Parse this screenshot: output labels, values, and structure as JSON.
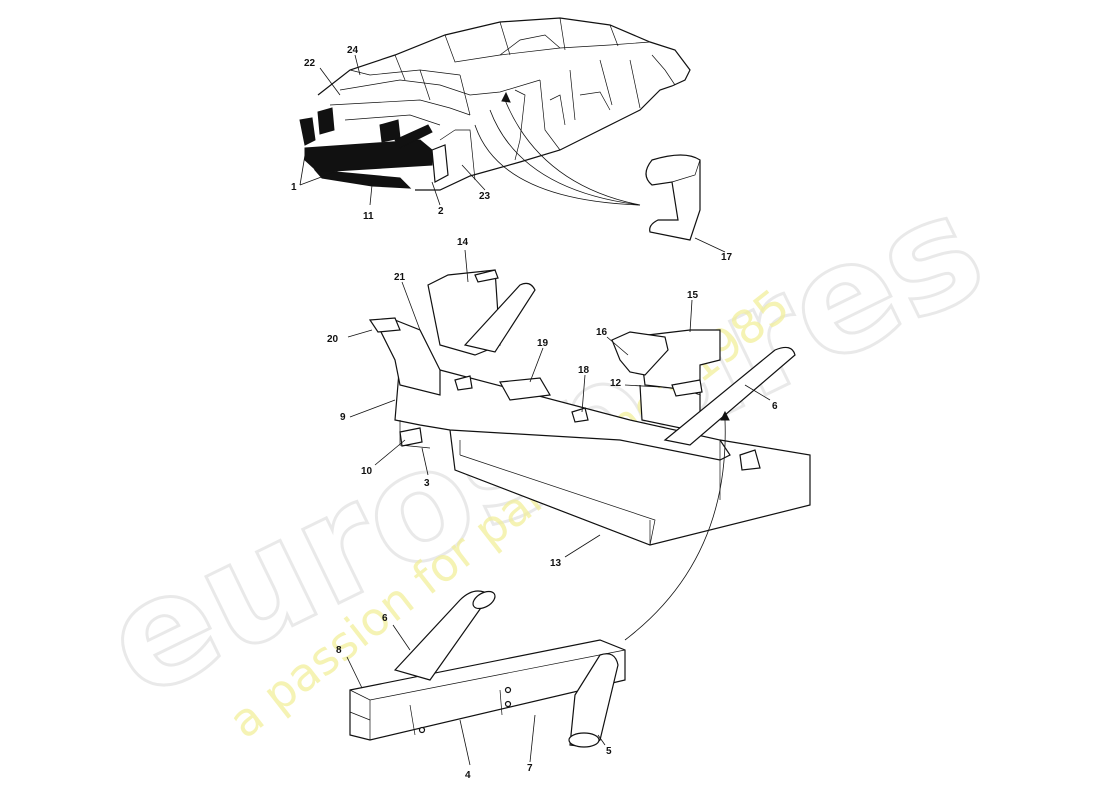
{
  "watermark": {
    "brand": "eurospares",
    "tagline": "a passion for parts since 1985",
    "brand_color": "#d8d8d8",
    "tagline_color": "#f2ef9c"
  },
  "labels": {
    "p1": "1",
    "p2": "2",
    "p3": "3",
    "p4": "4",
    "p5": "5",
    "p6a": "6",
    "p6b": "6",
    "p7": "7",
    "p8": "8",
    "p9": "9",
    "p10": "10",
    "p11": "11",
    "p12": "12",
    "p13": "13",
    "p14": "14",
    "p15": "15",
    "p16": "16",
    "p17": "17",
    "p18": "18",
    "p19": "19",
    "p20": "20",
    "p21": "21",
    "p22": "22",
    "p23": "23",
    "p24": "24"
  }
}
